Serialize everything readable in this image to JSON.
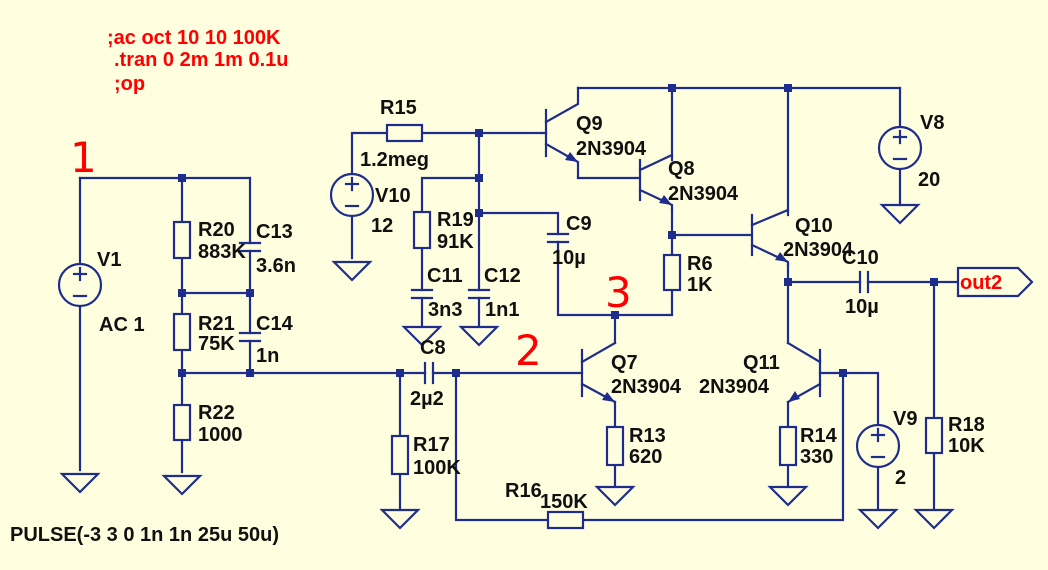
{
  "directives": [
    ";ac oct 10 10 100K",
    ".tran 0 2m 1m 0.1u",
    ";op"
  ],
  "node_labels": {
    "n1": "1",
    "n2": "2",
    "n3": "3"
  },
  "sources": {
    "V1": {
      "name": "V1",
      "value": "AC 1",
      "spec": "PULSE(-3 3 0 1n 1n 25u 50u)"
    },
    "V8": {
      "name": "V8",
      "value": "20"
    },
    "V9": {
      "name": "V9",
      "value": "2"
    },
    "V10": {
      "name": "V10",
      "value": "12"
    }
  },
  "resistors": {
    "R6": {
      "name": "R6",
      "value": "1K"
    },
    "R13": {
      "name": "R13",
      "value": "620"
    },
    "R14": {
      "name": "R14",
      "value": "330"
    },
    "R15": {
      "name": "R15",
      "value": "1.2meg"
    },
    "R16": {
      "name": "R16",
      "value": "150K"
    },
    "R17": {
      "name": "R17",
      "value": "100K"
    },
    "R18": {
      "name": "R18",
      "value": "10K"
    },
    "R19": {
      "name": "R19",
      "value": "91K"
    },
    "R20": {
      "name": "R20",
      "value": "883K"
    },
    "R21": {
      "name": "R21",
      "value": "75K"
    },
    "R22": {
      "name": "R22",
      "value": "1000"
    }
  },
  "capacitors": {
    "C8": {
      "name": "C8",
      "value": "2µ2"
    },
    "C9": {
      "name": "C9",
      "value": "10µ"
    },
    "C10": {
      "name": "C10",
      "value": "10µ"
    },
    "C11": {
      "name": "C11",
      "value": "3n3"
    },
    "C12": {
      "name": "C12",
      "value": "1n1"
    },
    "C13": {
      "name": "C13",
      "value": "3.6n"
    },
    "C14": {
      "name": "C14",
      "value": "1n"
    }
  },
  "transistors": {
    "Q7": {
      "name": "Q7",
      "model": "2N3904"
    },
    "Q8": {
      "name": "Q8",
      "model": "2N3904"
    },
    "Q9": {
      "name": "Q9",
      "model": "2N3904"
    },
    "Q10": {
      "name": "Q10",
      "model": "2N3904"
    },
    "Q11": {
      "name": "Q11",
      "model": "2N3904"
    }
  },
  "output": {
    "label": "out2"
  },
  "colors": {
    "wire": "#1E2D8C",
    "directive": "#FF0000",
    "background": "#FFFFE0"
  }
}
